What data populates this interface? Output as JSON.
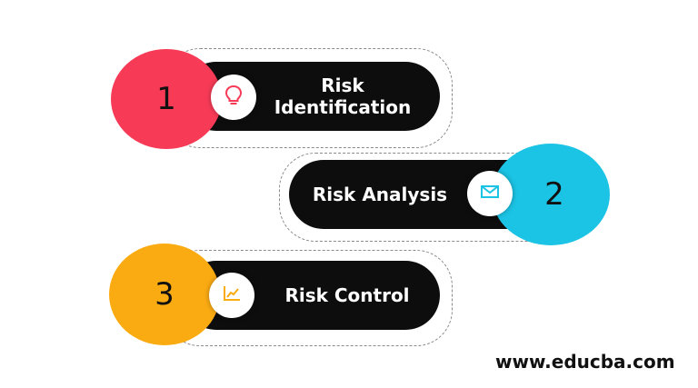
{
  "steps": [
    {
      "number": "1",
      "label": "Risk Identification",
      "icon": "lightbulb-icon",
      "circle_color": "#f73b57",
      "icon_color": "#f73b57"
    },
    {
      "number": "2",
      "label": "Risk Analysis",
      "icon": "envelope-icon",
      "circle_color": "#1bc3e4",
      "icon_color": "#1bc3e4"
    },
    {
      "number": "3",
      "label": "Risk Control",
      "icon": "chart-icon",
      "circle_color": "#fbab12",
      "icon_color": "#fbab12"
    }
  ],
  "watermark": "www.educba.com"
}
